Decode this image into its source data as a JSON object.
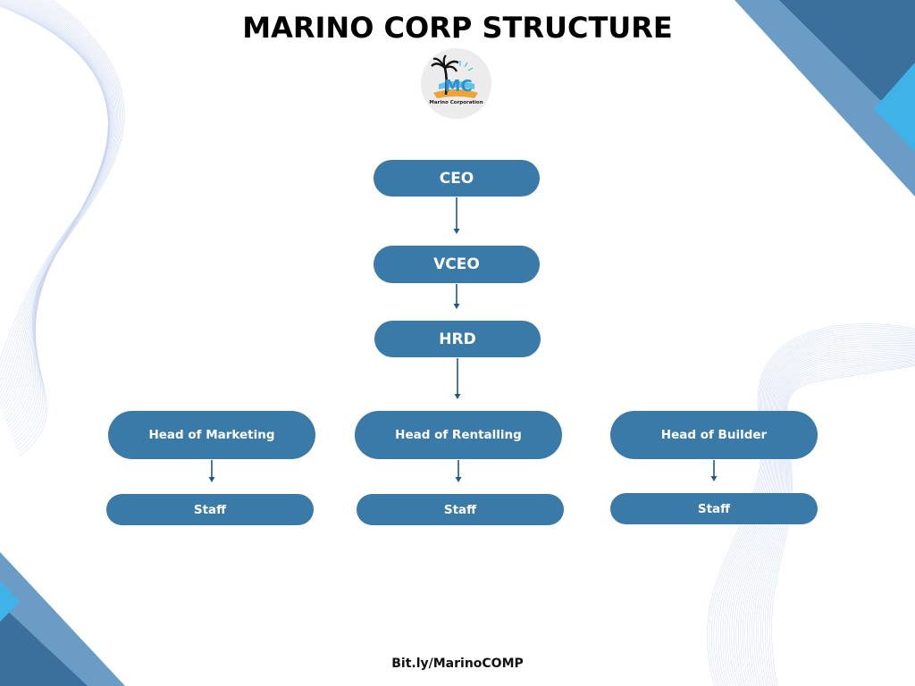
{
  "title": "MARINO CORP STRUCTURE",
  "logo": {
    "caption": "Marino Corporation",
    "monogram": "MC"
  },
  "nodes": {
    "ceo": "CEO",
    "vceo": "VCEO",
    "hrd": "HRD",
    "head_marketing": "Head of Marketing",
    "head_rentalling": "Head of Rentalling",
    "head_builder": "Head of Builder",
    "staff_marketing": "Staff",
    "staff_rentalling": "Staff",
    "staff_builder": "Staff"
  },
  "edges": [
    [
      "ceo",
      "vceo"
    ],
    [
      "vceo",
      "hrd"
    ],
    [
      "hrd",
      "head_rentalling"
    ],
    [
      "head_marketing",
      "staff_marketing"
    ],
    [
      "head_rentalling",
      "staff_rentalling"
    ],
    [
      "head_builder",
      "staff_builder"
    ]
  ],
  "footer": "Bit.ly/MarinoCOMP",
  "colors": {
    "node_fill": "#3a7aa8",
    "node_text": "#ffffff",
    "edge": "#1f5a86",
    "corner_dark": "#3b6f9c",
    "corner_light": "#6a9cc6",
    "corner_accent": "#3fb2e8",
    "wave_lines": "#c9d5ef"
  }
}
